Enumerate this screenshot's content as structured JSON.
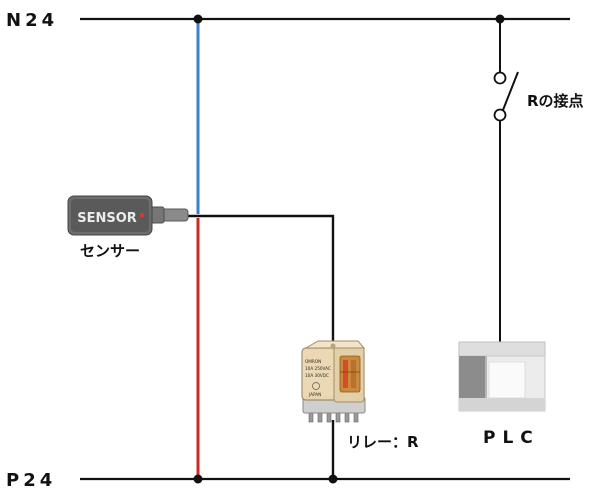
{
  "labels": {
    "top_rail": "N24",
    "bottom_rail": "P24",
    "contact": "Rの接点",
    "sensor_caption": "センサー",
    "sensor_body_text": "SENSOR",
    "relay_caption": "リレー：R",
    "plc_caption": "PLC"
  },
  "relay_print": {
    "brand": "OMRON",
    "line1": "10A 250VAC",
    "line2": "10A 30VDC",
    "origin": "JAPAN"
  },
  "colors": {
    "rail": "#111111",
    "sensor_brown_wire": "#3a7fd0",
    "sensor_red_wire": "#cc2a22",
    "signal_wire": "#111111"
  }
}
